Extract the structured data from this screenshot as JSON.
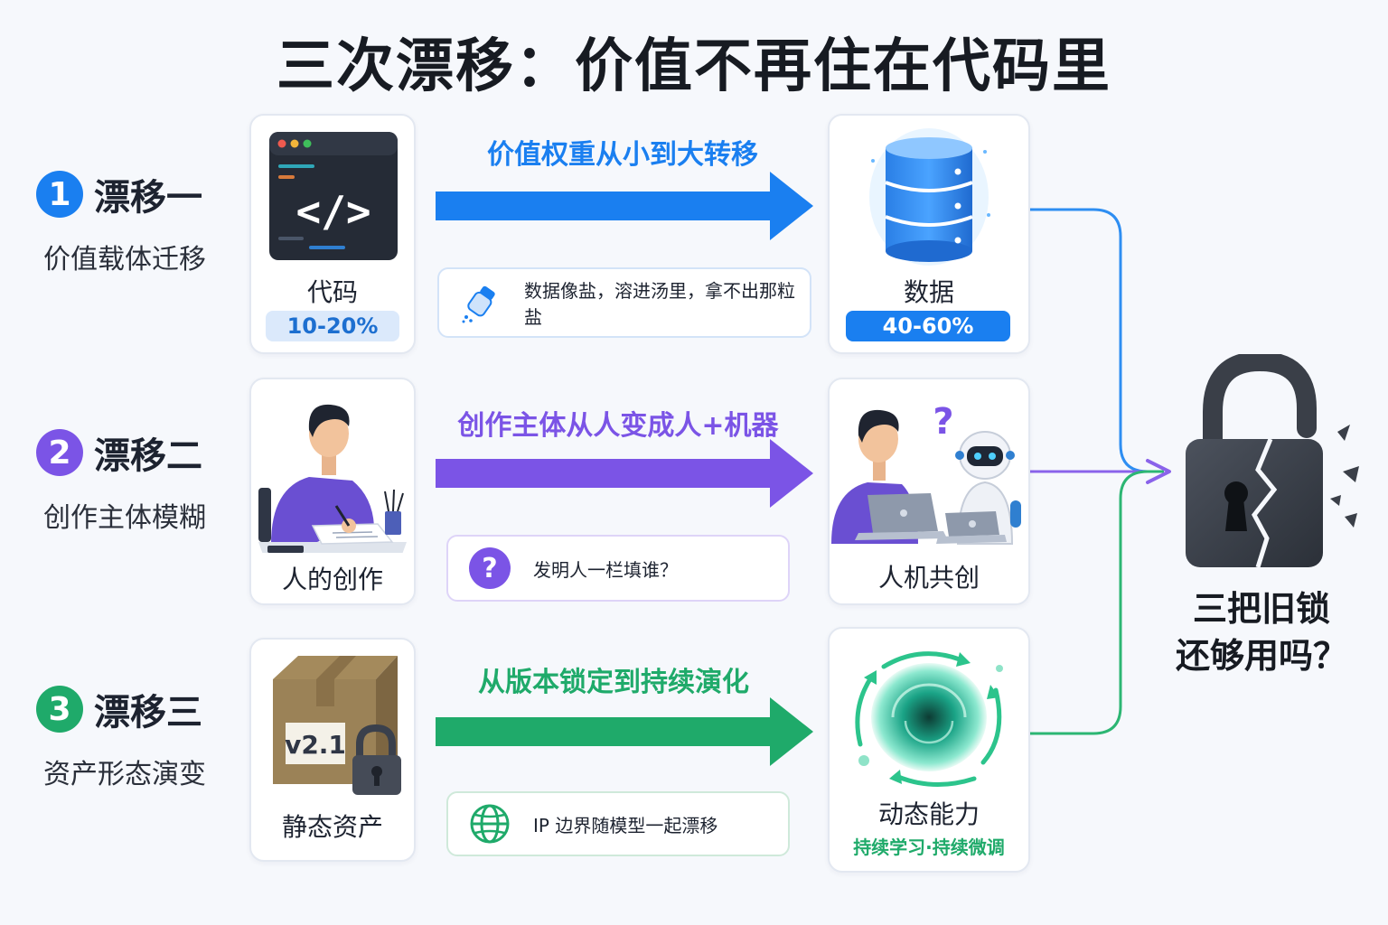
{
  "title": "三次漂移：价值不再住在代码里",
  "rows": [
    {
      "number": "1",
      "name": "漂移一",
      "subtitle": "价值载体迁移",
      "color": "#1a7ff0",
      "left_card": {
        "label": "代码",
        "badge": "10-20%"
      },
      "arrow_title": "价值权重从小到大转移",
      "note": {
        "icon": "salt-shaker-icon",
        "text": "数据像盐，溶进汤里，拿不出那粒盐"
      },
      "right_card": {
        "label": "数据",
        "badge": "40-60%"
      }
    },
    {
      "number": "2",
      "name": "漂移二",
      "subtitle": "创作主体模糊",
      "color": "#7b54e6",
      "left_card": {
        "label": "人的创作"
      },
      "arrow_title": "创作主体从人变成人+机器",
      "note": {
        "icon": "question-icon",
        "text": "发明人一栏填谁？"
      },
      "right_card": {
        "label": "人机共创",
        "question_mark": "?"
      }
    },
    {
      "number": "3",
      "name": "漂移三",
      "subtitle": "资产形态演变",
      "color": "#1faa6a",
      "left_card": {
        "label": "静态资产",
        "box_tag": "v2.1"
      },
      "arrow_title": "从版本锁定到持续演化",
      "note": {
        "icon": "globe-icon",
        "text": "IP 边界随模型一起漂移"
      },
      "right_card": {
        "label": "动态能力",
        "caption": "持续学习·持续微调"
      }
    }
  ],
  "verdict": {
    "line1": "三把旧锁",
    "line2": "还够用吗？",
    "icon": "broken-lock-icon"
  }
}
